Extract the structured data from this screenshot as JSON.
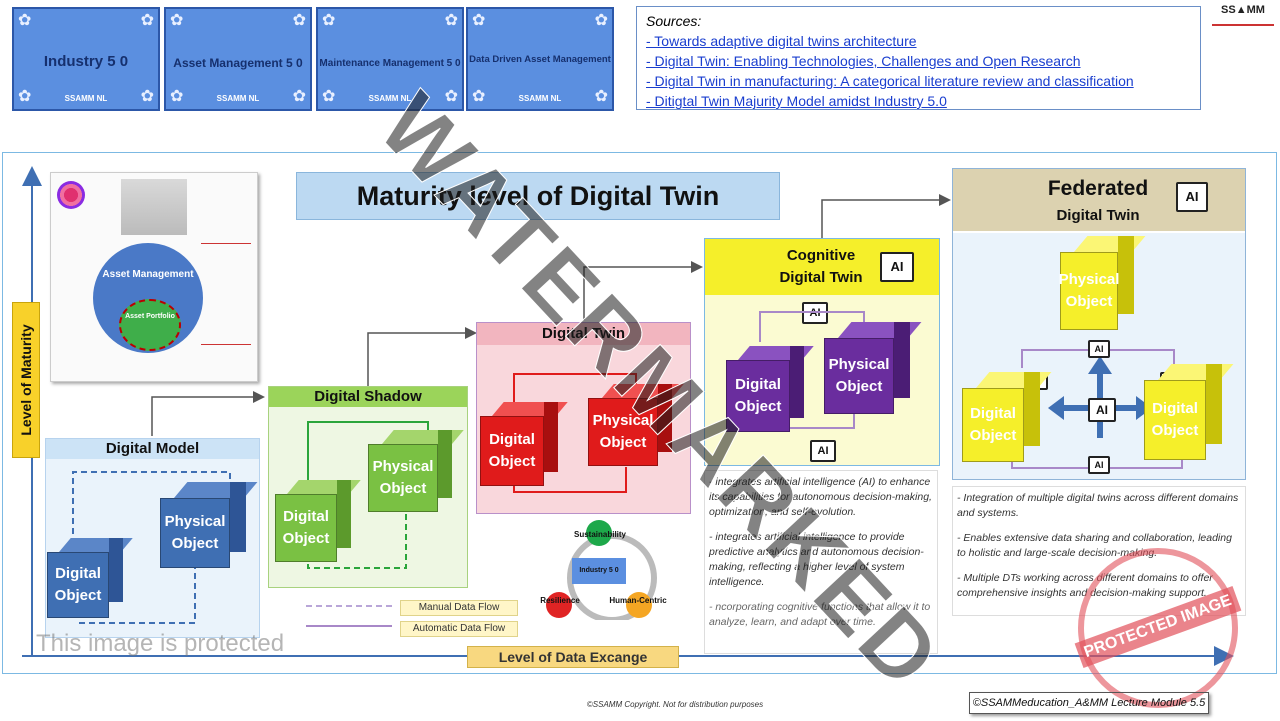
{
  "banner": {
    "tiles": [
      {
        "label": "Industry 5 0",
        "brand": "SSAMM NL"
      },
      {
        "label": "Asset Management 5 0",
        "brand": "SSAMM NL"
      },
      {
        "label": "Maintenance Management 5 0",
        "brand": "SSAMM NL"
      },
      {
        "label": "Data Driven Asset Management",
        "brand": "SSAMM NL"
      }
    ]
  },
  "sources": {
    "heading": "Sources:",
    "links": [
      "- Towards adaptive digital twins architecture",
      "- Digital Twin: Enabling Technologies, Challenges and Open Research",
      "- Digital Twin in manufacturing: A categorical literature review and classification",
      "- Ditigtal Twin Majurity Model amidst Industry 5.0"
    ]
  },
  "logo": {
    "text": "SS▲MM"
  },
  "diagram": {
    "title": "Maturity level of Digital Twin",
    "y_axis": "Level of Maturity",
    "x_axis": "Level of Data Excange",
    "am_figure": {
      "center": "Asset Management",
      "inner": "Asset Portfolio"
    },
    "stages": {
      "digital_model": {
        "header": "Digital Model",
        "cube_a": "Digital Object",
        "cube_b": "Physical Object"
      },
      "digital_shadow": {
        "header": "Digital Shadow",
        "cube_a": "Digital Object",
        "cube_b": "Physical Object"
      },
      "digital_twin": {
        "header": "Digital Twin",
        "cube_a": "Digital Object",
        "cube_b": "Physical Object"
      },
      "cognitive": {
        "header_line1": "Cognitive",
        "header_line2": "Digital Twin",
        "cube_a": "Digital Object",
        "cube_b": "Physical Object",
        "ai": "AI"
      },
      "federated": {
        "header_line1": "Federated",
        "header_line2": "Digital Twin",
        "cube_top": "Physical Object",
        "cube_left": "Digital Object",
        "cube_right": "Digital Object",
        "ai": "AI"
      }
    },
    "pillars": {
      "center": "Industry 5 0",
      "top": "Sustainability",
      "left": "Resilience",
      "right": "Human-Centric"
    },
    "legend": {
      "manual": "Manual Data Flow",
      "automatic": "Automatic Data Flow"
    },
    "cognitive_desc": [
      "- integrates artificial intelligence (AI) to enhance its capabilities for autonomous decision-making, optimization, and self-evolution.",
      "- integrates artificial intelligence to provide predictive analytics and autonomous decision-making, reflecting a higher level of system intelligence.",
      "- ncorporating cognitive functions that allow it to analyze, learn, and adapt over time."
    ],
    "federated_desc": [
      "- Integration of multiple digital twins across different domains and systems.",
      "- Enables extensive data sharing and collaboration, leading to holistic and large-scale decision-making.",
      "- Multiple DTs working across different domains to offer comprehensive insights and decision-making support."
    ]
  },
  "watermark": {
    "text": "WATERMARKED",
    "protected": "This image is protected",
    "stamp": "PROTECTED IMAGE"
  },
  "footer": {
    "copyright": "©SSAMM Copyright. Not for distribution purposes",
    "module": "©SSAMMeducation_A&MM Lecture Module 5.5"
  },
  "colors": {
    "accent": "#5b8fe0",
    "cube_blue": "#3f6fb3",
    "cube_green": "#7ac143",
    "cube_red": "#e01b1b",
    "cube_purple": "#6a2d9e",
    "cube_yellow": "#f5ef2a"
  }
}
